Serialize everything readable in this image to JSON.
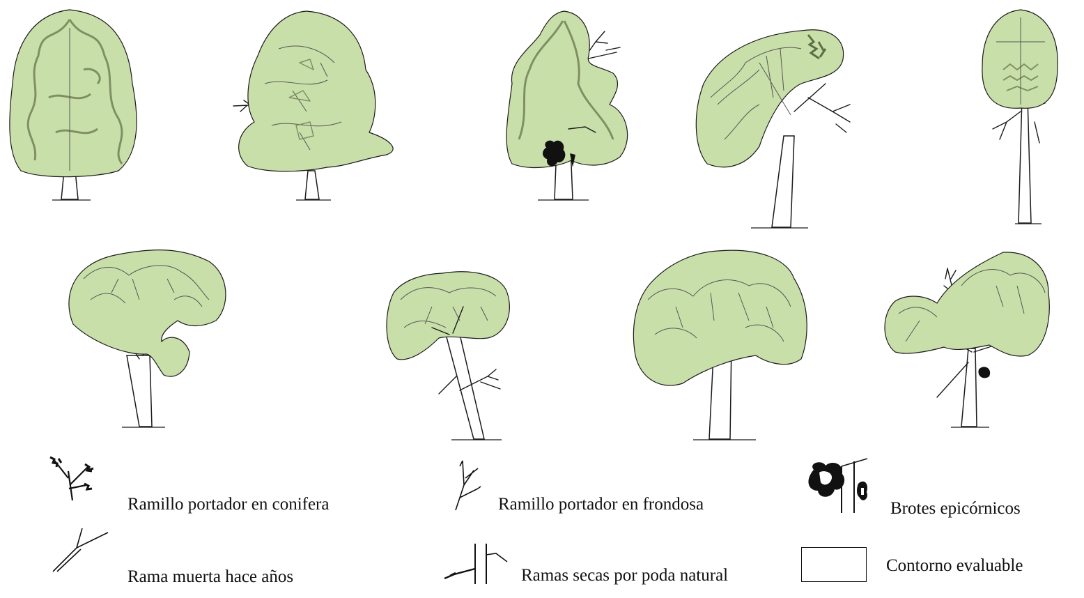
{
  "figure": {
    "tree_count": 9,
    "crown_fill": "#c9dfaa",
    "crown_fill_dark": "#8a9a6a",
    "line_color": "#1a1a1a"
  },
  "legend": {
    "items": [
      {
        "label": "Ramillo portador en conifera",
        "icon": "conifer-twig-icon"
      },
      {
        "label": "Ramillo portador en frondosa",
        "icon": "broadleaf-twig-icon"
      },
      {
        "label": "Brotes epicórnicos",
        "icon": "epicormic-shoots-icon"
      },
      {
        "label": "Rama muerta hace años",
        "icon": "old-dead-branch-icon"
      },
      {
        "label": "Ramas secas por poda natural",
        "icon": "natural-pruning-icon"
      },
      {
        "label": "Contorno evaluable",
        "icon": "evaluable-outline-icon"
      }
    ]
  }
}
